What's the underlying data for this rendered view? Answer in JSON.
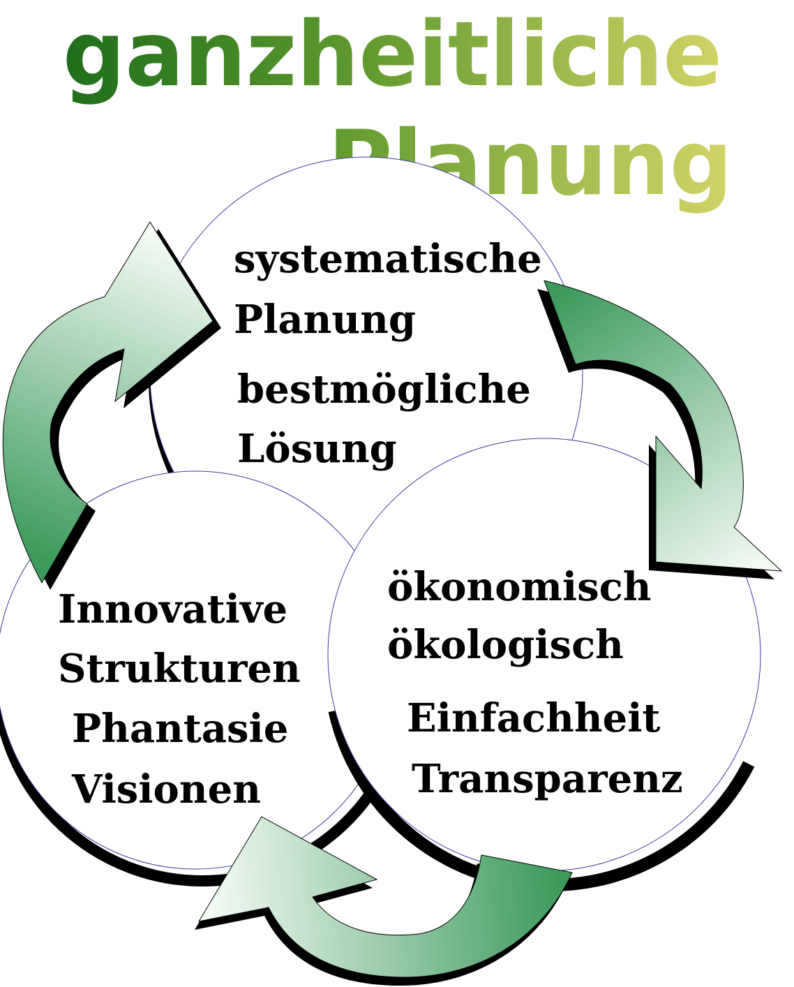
{
  "title": {
    "line1": "ganzheitliche",
    "line2": "Planung"
  },
  "circles": {
    "top": {
      "line1": "systematische",
      "line2": "Planung",
      "line3": "bestmögliche",
      "line4": "Lösung"
    },
    "right": {
      "line1": "ökonomisch",
      "line2": "ökologisch",
      "line3": "Einfachheit",
      "line4": "Transparenz"
    },
    "left": {
      "line1": "Innovative",
      "line2": "Strukturen",
      "line3": "Phantasie",
      "line4": "Visionen"
    }
  },
  "colors": {
    "title_dark": "#1f6d1c",
    "title_mid": "#5f9a2e",
    "title_light": "#d3d466",
    "arrow_dark": "#3d9a5c",
    "arrow_light": "#f4fbf5",
    "shadow": "#000000",
    "circle_outline": "#3a3aa0"
  }
}
